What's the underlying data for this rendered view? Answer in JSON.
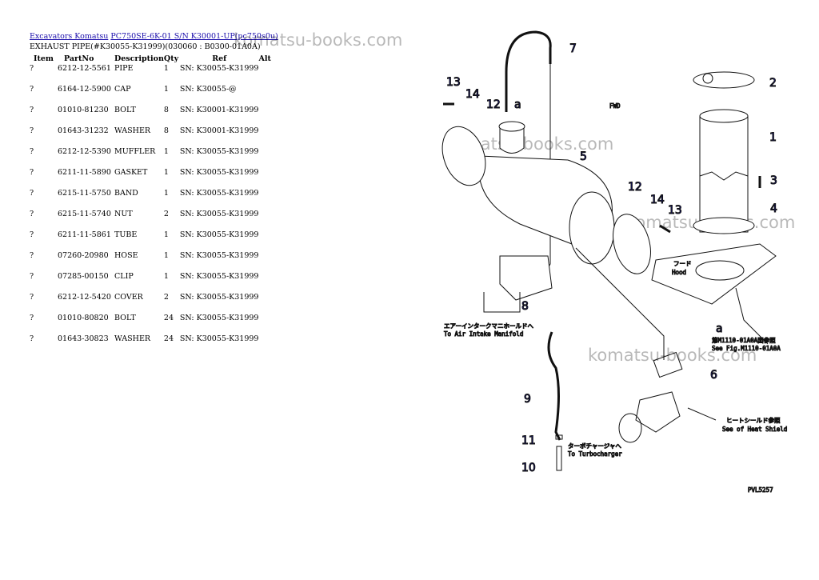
{
  "breadcrumb": {
    "link1": "Excavators Komatsu",
    "link2": "PC750SE-6K-01 S/N K30001-UP(pc750s0u)"
  },
  "subtitle": "EXHAUST PIPE(#K30055-K31999)(030060 : B0300-01A0A)",
  "table": {
    "headers": [
      "Item",
      "PartNo",
      "Description",
      "Qty",
      "Ref",
      "Alt"
    ],
    "rows": [
      {
        "item": "?",
        "part": "6212-12-5561",
        "desc": "PIPE",
        "qty": "1",
        "ref": "SN: K30055-K31999"
      },
      {
        "item": "?",
        "part": "6164-12-5900",
        "desc": "CAP",
        "qty": "1",
        "ref": "SN: K30055-@"
      },
      {
        "item": "?",
        "part": "01010-81230",
        "desc": "BOLT",
        "qty": "8",
        "ref": "SN: K30001-K31999"
      },
      {
        "item": "?",
        "part": "01643-31232",
        "desc": "WASHER",
        "qty": "8",
        "ref": "SN: K30001-K31999"
      },
      {
        "item": "?",
        "part": "6212-12-5390",
        "desc": "MUFFLER",
        "qty": "1",
        "ref": "SN: K30055-K31999"
      },
      {
        "item": "?",
        "part": "6211-11-5890",
        "desc": "GASKET",
        "qty": "1",
        "ref": "SN: K30055-K31999"
      },
      {
        "item": "?",
        "part": "6215-11-5750",
        "desc": "BAND",
        "qty": "1",
        "ref": "SN: K30055-K31999"
      },
      {
        "item": "?",
        "part": "6215-11-5740",
        "desc": "NUT",
        "qty": "2",
        "ref": "SN: K30055-K31999"
      },
      {
        "item": "?",
        "part": "6211-11-5861",
        "desc": "TUBE",
        "qty": "1",
        "ref": "SN: K30055-K31999"
      },
      {
        "item": "?",
        "part": "07260-20980",
        "desc": "HOSE",
        "qty": "1",
        "ref": "SN: K30055-K31999"
      },
      {
        "item": "?",
        "part": "07285-00150",
        "desc": "CLIP",
        "qty": "1",
        "ref": "SN: K30055-K31999"
      },
      {
        "item": "?",
        "part": "6212-12-5420",
        "desc": "COVER",
        "qty": "2",
        "ref": "SN: K30055-K31999"
      },
      {
        "item": "?",
        "part": "01010-80820",
        "desc": "BOLT",
        "qty": "24",
        "ref": "SN: K30055-K31999"
      },
      {
        "item": "?",
        "part": "01643-30823",
        "desc": "WASHER",
        "qty": "24",
        "ref": "SN: K30055-K31999"
      }
    ]
  },
  "watermark": "komatsu-books.com",
  "diagram": {
    "callouts": [
      "1",
      "2",
      "3",
      "4",
      "5",
      "6",
      "7",
      "8",
      "9",
      "10",
      "11",
      "12",
      "12",
      "13",
      "13",
      "14",
      "14"
    ],
    "label_a": "a",
    "fwd": "FWD",
    "hood": "フード\nHood",
    "note_air_jp": "エアーインタークマニホールドへ",
    "note_air_en": "To Air Intake Manifold",
    "note_turbo_jp": "ターボチャージャへ",
    "note_turbo_en": "To Turbocharger",
    "note_heat_jp": "ヒートシールド参照",
    "note_heat_en": "See of Heat Shield",
    "note_fig_jp": "第M1110-01A0A図参照",
    "note_fig_en": "See Fig.M1110-01A0A",
    "code": "PVL5257"
  },
  "colors": {
    "link": "#1a0dab",
    "callout": "#1a1aa6"
  }
}
